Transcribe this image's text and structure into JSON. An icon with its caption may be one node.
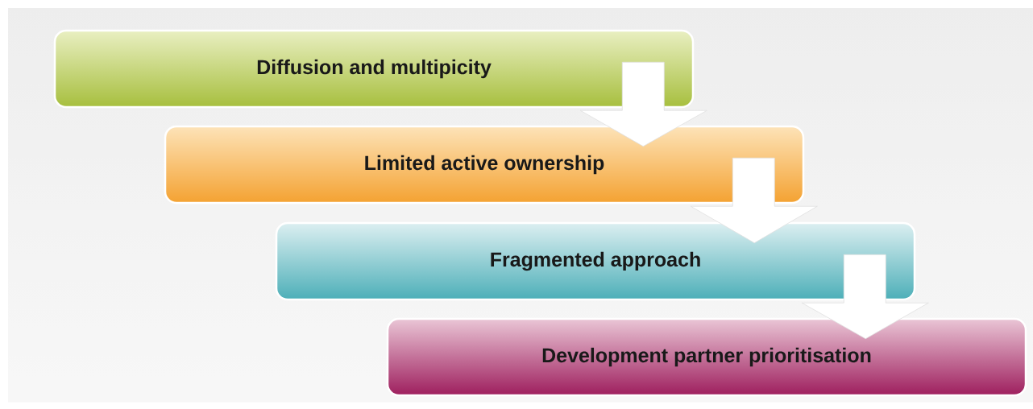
{
  "diagram": {
    "nodes": [
      {
        "text": [
          "Diffusion and multipicity"
        ]
      },
      {
        "text": [
          "Limited active ownership"
        ]
      },
      {
        "text": [
          "Fragmented approach"
        ]
      },
      {
        "text": [
          "Development partner prioritisation"
        ]
      }
    ],
    "edges": [
      {
        "from": 0,
        "to": 1,
        "arrow": "to"
      },
      {
        "from": 1,
        "to": 2,
        "arrow": "to"
      },
      {
        "from": 2,
        "to": 3,
        "arrow": "to"
      }
    ]
  }
}
